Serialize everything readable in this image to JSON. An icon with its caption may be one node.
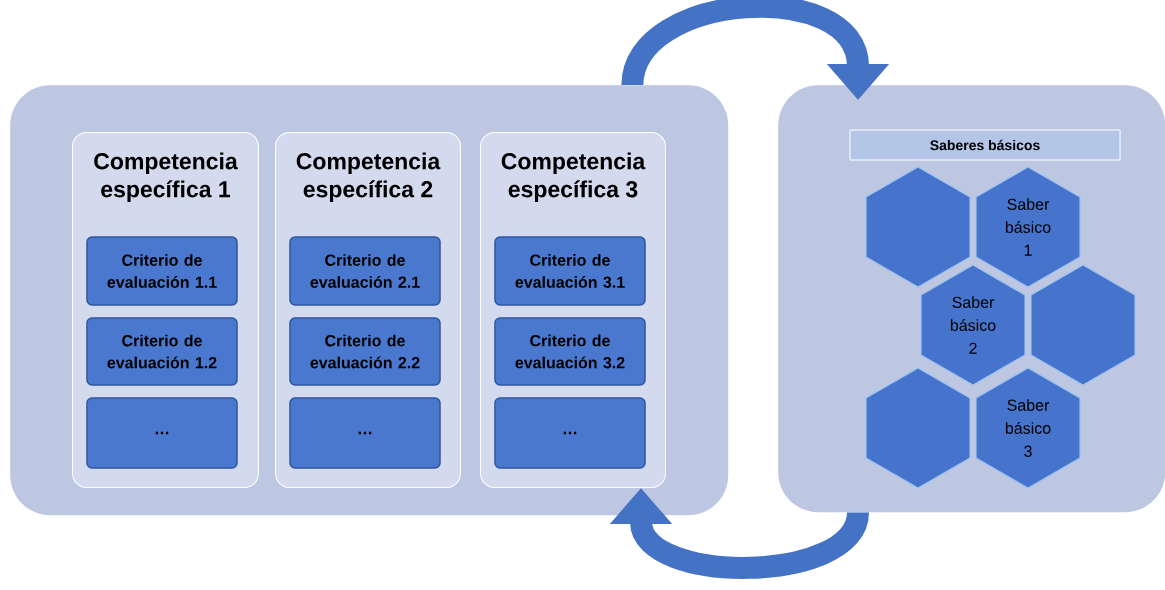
{
  "diagram": {
    "nodes": [
      {
        "text": [],
        "shape": "box"
      },
      {
        "text": [
          "Competencia específica 1"
        ],
        "in": 0
      },
      {
        "text": [
          "Criterio de evaluación 1.1"
        ],
        "in": 1
      },
      {
        "text": [
          "Criterio de evaluación 1.2"
        ],
        "in": 1
      },
      {
        "text": [
          "…"
        ],
        "in": 1
      },
      {
        "text": [
          "Competencia específica 2"
        ],
        "in": 0
      },
      {
        "text": [
          "Criterio de evaluación 2.1"
        ],
        "in": 5
      },
      {
        "text": [
          "Criterio de evaluación 2.2"
        ],
        "in": 5
      },
      {
        "text": [
          "…"
        ],
        "in": 5
      },
      {
        "text": [
          "Competencia específica 3"
        ],
        "in": 0
      },
      {
        "text": [
          "Criterio de evaluación 3.1"
        ],
        "in": 9
      },
      {
        "text": [
          "Criterio de evaluación 3.2"
        ],
        "in": 9
      },
      {
        "text": [
          "…"
        ],
        "in": 9
      },
      {
        "text": [],
        "shape": "box"
      },
      {
        "text": [
          "Saberes básicos"
        ],
        "in": 13
      },
      {
        "text": [],
        "shape": "hexagon",
        "in": 13
      },
      {
        "text": [
          "Saber básico 1"
        ],
        "in": 13
      },
      {
        "text": [
          "Saber básico 2"
        ],
        "in": 13
      },
      {
        "text": [],
        "shape": "hexagon",
        "in": 13
      },
      {
        "text": [],
        "shape": "hexagon",
        "in": 13
      },
      {
        "text": [
          "Saber básico 3"
        ],
        "in": 13
      }
    ],
    "edges": [
      {
        "from": 0,
        "to": 13,
        "arrow": "to"
      },
      {
        "from": 13,
        "to": 9,
        "arrow": "to"
      }
    ]
  }
}
